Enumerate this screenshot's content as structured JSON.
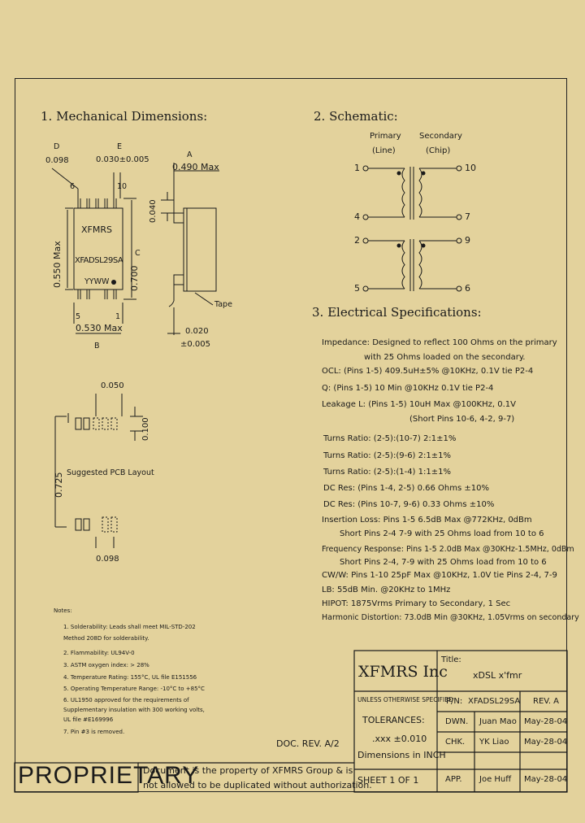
{
  "section1": {
    "title": "1. Mechanical Dimensions:"
  },
  "section2": {
    "title": "2. Schematic:"
  },
  "section3": {
    "title": "3. Electrical Specifications:"
  },
  "mech": {
    "d_label": "D",
    "d_value": "0.098",
    "e_label": "E",
    "e_value": "0.030±0.005",
    "a_label": "A",
    "a_value": "0.490 Max",
    "pin6": "6",
    "pin10": "10",
    "pin5": "5",
    "pin1": "1",
    "chip_brand": "XFMRS",
    "chip_part": "XFADSL29SA",
    "chip_date": "YYWW",
    "height_max": "0.550 Max",
    "height_c": "0.700",
    "c_label": "C",
    "width_max": "0.530 Max",
    "b_label": "B",
    "side_040": "0.040",
    "tape_label": "Tape",
    "lead_020": "0.020",
    "lead_tol": "±0.005"
  },
  "pcb": {
    "pitch": "0.050",
    "pad_h": "0.100",
    "span": "0.725",
    "caption": "Suggested PCB Layout",
    "pad_w": "0.098"
  },
  "schematic": {
    "primary": "Primary",
    "primary_sub": "(Line)",
    "secondary": "Secondary",
    "secondary_sub": "(Chip)",
    "pins_left": [
      "1",
      "4",
      "2",
      "5"
    ],
    "pins_right": [
      "10",
      "7",
      "9",
      "6"
    ]
  },
  "specs": [
    "Impedance: Designed to reflect 100 Ohms on the primary",
    "with 25 Ohms loaded on the secondary.",
    "OCL: (Pins 1-5) 409.5uH±5% @10KHz, 0.1V tie P2-4",
    "Q: (Pins 1-5) 10 Min @10KHz 0.1V tie P2-4",
    "Leakage L: (Pins 1-5) 10uH Max @100KHz, 0.1V",
    "(Short Pins 10-6, 4-2, 9-7)",
    "Turns Ratio: (2-5):(10-7)   2:1±1%",
    "Turns Ratio: (2-5):(9-6)   2:1±1%",
    "Turns Ratio: (2-5):(1-4)   1:1±1%",
    "DC Res: (Pins 1-4, 2-5) 0.66 Ohms ±10%",
    "DC Res: (Pins 10-7, 9-6) 0.33 Ohms ±10%",
    "Insertion Loss: Pins 1-5 6.5dB Max @772KHz, 0dBm",
    "Short Pins 2-4  7-9 with 25 Ohms load from 10 to 6",
    "Frequency Response: Pins 1-5 2.0dB Max @30KHz-1.5MHz, 0dBm",
    "Short Pins 2-4, 7-9 with 25 Ohms load from 10 to 6",
    "CW/W: Pins 1-10 25pF Max @10KHz, 1.0V tie Pins 2-4, 7-9",
    "LB: 55dB Min. @20KHz to 1MHz",
    "HIPOT: 1875Vrms Primary to Secondary, 1 Sec",
    "Harmonic Distortion: 73.0dB Min @30KHz, 1.05Vrms on secondary"
  ],
  "notes": {
    "heading": "Notes:",
    "items": [
      "1. Solderability: Leads shall meet MIL-STD-202",
      "   Method 208D for solderability.",
      "2. Flammability: UL94V-0",
      "3. ASTM oxygen index: > 28%",
      "4. Temperature Rating: 155°C, UL file E151556",
      "5. Operating Temperature Range: -10°C to +85°C",
      "6. UL1950 approved for the requirements of",
      "   Supplementary insulation with 300 working volts,",
      "   UL file #E169996",
      "7. Pin #3 is removed."
    ]
  },
  "doc_rev": "DOC. REV. A/2",
  "title_block": {
    "company": "XFMRS Inc",
    "title_label": "Title:",
    "title_value": "xDSL x'fmr",
    "unless": "UNLESS OTHERWISE SPECIFIED",
    "tolerances": "TOLERANCES:",
    "tol_value": ".xxx ±0.010",
    "dims": "Dimensions in INCH",
    "pn_label": "P/N:",
    "pn_value": "XFADSL29SA",
    "rev": "REV. A",
    "dwn_label": "DWN.",
    "dwn_name": "Juan Mao",
    "dwn_date": "May-28-04",
    "chk_label": "CHK.",
    "chk_name": "YK Liao",
    "chk_date": "May-28-04",
    "app_label": "APP.",
    "app_name": "Joe Huff",
    "app_date": "May-28-04",
    "sheet": "SHEET  1  OF  1"
  },
  "proprietary": {
    "label": "PROPRIETARY",
    "line1": "Document is the property of XFMRS Group & is",
    "line2": "not allowed to be duplicated without authorization."
  }
}
